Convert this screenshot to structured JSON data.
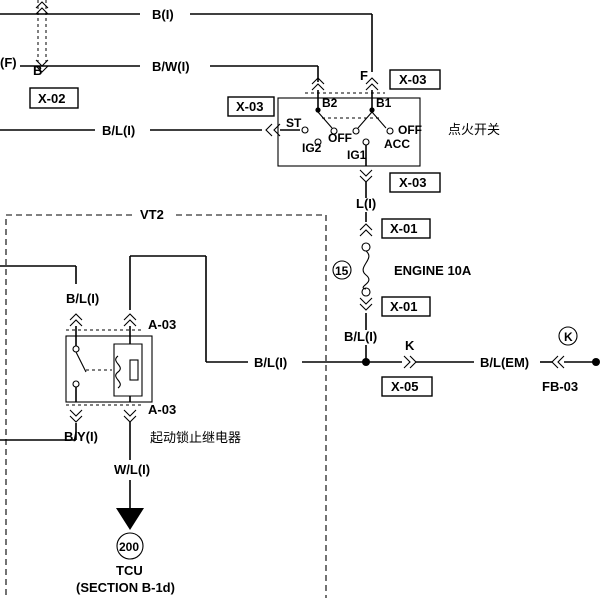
{
  "labels": {
    "wire_top": "B(I)",
    "f_left": "(F)",
    "b_left": "B",
    "wire_bw": "B/W(I)",
    "conn_x02": "X-02",
    "wire_bl_left": "B/L(I)",
    "conn_x03_a": "X-03",
    "conn_x03_b": "X-03",
    "conn_x03_c": "X-03",
    "f_pin": "F",
    "st": "ST",
    "b2": "B2",
    "b1": "B1",
    "off1": "OFF",
    "off2": "OFF",
    "acc": "ACC",
    "ig2": "IG2",
    "ig1": "IG1",
    "ignition_cn": "点火开关",
    "wire_l": "L(I)",
    "conn_x01_a": "X-01",
    "fuse_num": "15",
    "fuse_name": "ENGINE 10A",
    "conn_x01_b": "X-01",
    "wire_bl_fuse": "B/L(I)",
    "pin_k": "K",
    "wire_bl_em": "B/L(EM)",
    "conn_x05": "X-05",
    "k_circle": "K",
    "fb03": "FB-03",
    "vt2": "VT2",
    "wire_bl_vt": "B/L(I)",
    "a03_top": "A-03",
    "a03_bot": "A-03",
    "wire_by": "B/Y(I)",
    "relay_cn": "起动锁止继电器",
    "wire_bl_mid": "B/L(I)",
    "wire_wl": "W/L(I)",
    "tcu_num": "200",
    "tcu": "TCU",
    "section": "(SECTION B-1d)"
  }
}
